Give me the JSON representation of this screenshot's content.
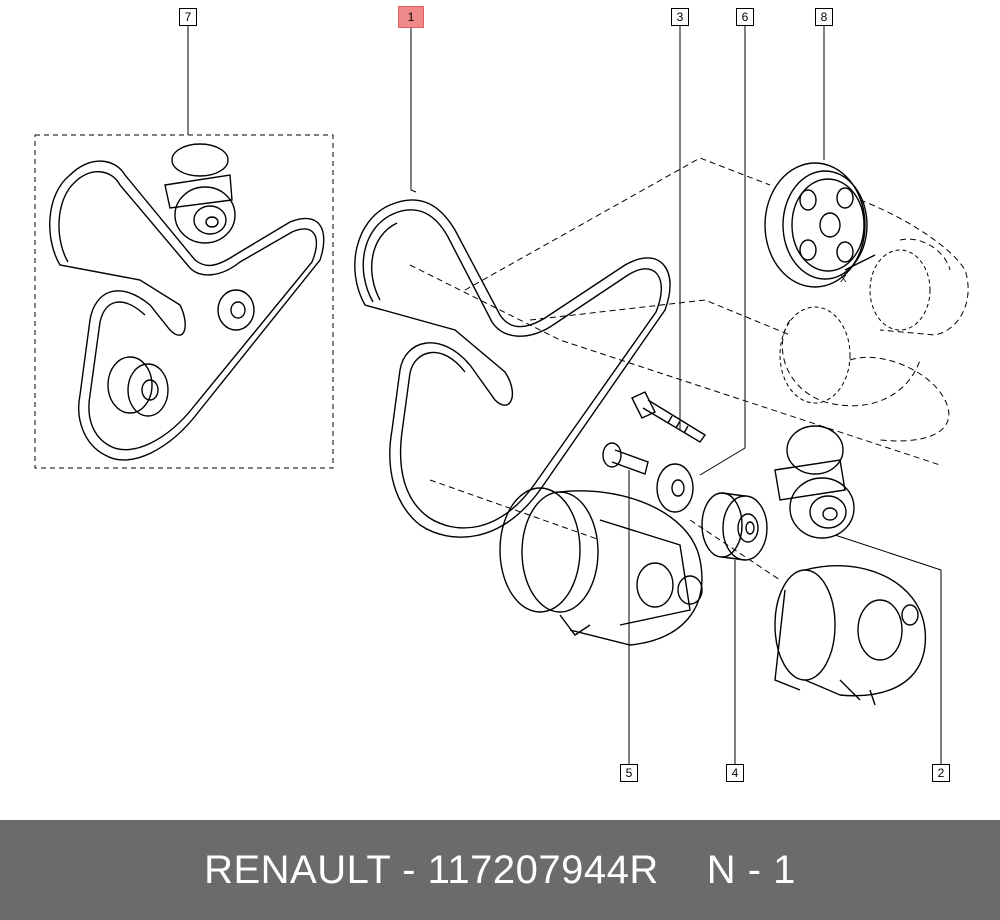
{
  "diagram": {
    "callouts": [
      {
        "label": "7"
      },
      {
        "label": "1"
      },
      {
        "label": "3"
      },
      {
        "label": "6"
      },
      {
        "label": "8"
      },
      {
        "label": "5"
      },
      {
        "label": "4"
      },
      {
        "label": "2"
      }
    ],
    "dimension_label": "X",
    "highlight_color": "#f08a8a"
  },
  "footer": {
    "part_text": "RENAULT - 117207944R",
    "quantity_text": "N - 1",
    "background_color": "#6b6b6b"
  }
}
